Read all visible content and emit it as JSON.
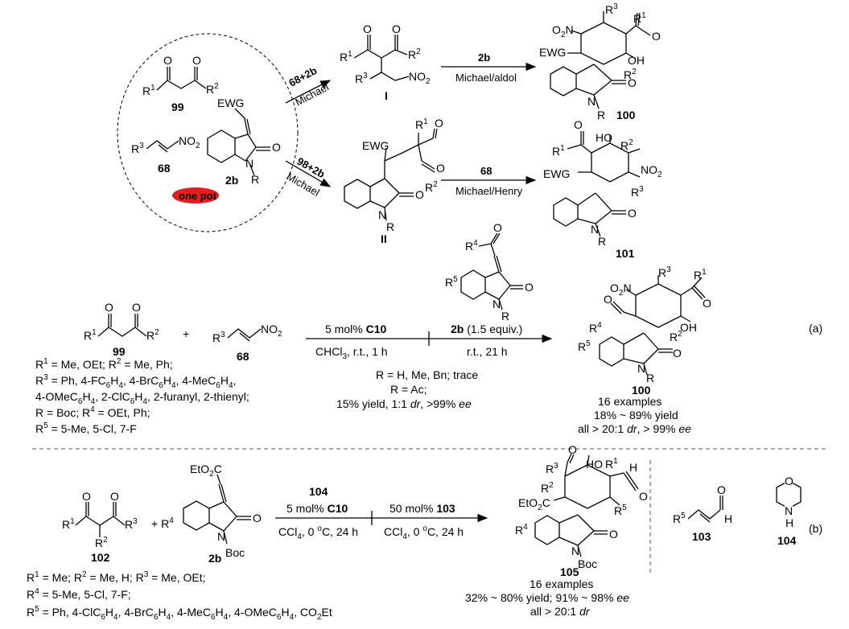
{
  "scheme": {
    "top": {
      "one_pot_label": "one pot",
      "compounds": {
        "c99": "99",
        "c68": "68",
        "c2b": "2b",
        "cI": "I",
        "cII": "II",
        "c100": "100",
        "c101": "101"
      },
      "arrow1_top": "68+2b",
      "arrow1_bottom": "Michael",
      "arrow2_top": "98+2b",
      "arrow2_bottom": "Michael",
      "arrow3_top": "2b",
      "arrow3_bottom": "Michael/aldol",
      "arrow4_top": "68",
      "arrow4_bottom": "Michael/Henry"
    },
    "a": {
      "label": "(a)",
      "reagent1": "5 mol% C10",
      "cond1": "CHCl3, r.t., 1 h",
      "reagent2": "2b (1.5 equiv.)",
      "cond2": "r.t., 21 h",
      "note1": "R = H, Me, Bn; trace",
      "note2": "R = Ac;",
      "note3": "15% yield, 1:1 dr, >99% ee",
      "product": "100",
      "examples": "16 examples",
      "yield": "18% ~ 89% yield",
      "selectivity": "all > 20:1 dr, > 99% ee",
      "plus": "+",
      "subs": [
        "R1 = Me, OEt;   R2 = Me, Ph;",
        "R3 = Ph, 4-FC6H4, 4-BrC6H4, 4-MeC6H4,",
        "4-OMeC6H4, 2-ClC6H4, 2-furanyl, 2-thienyl;",
        "R = Boc;    R4 = OEt, Ph;",
        "R5 = 5-Me, 5-Cl, 7-F"
      ]
    },
    "b": {
      "label": "(b)",
      "reagent1_top": "104",
      "reagent1": "5 mol% C10",
      "cond1": "CCl4, 0 °C, 24 h",
      "reagent2": "50 mol% 103",
      "cond2": "CCl4, 0 °C, 24 h",
      "product": "105",
      "examples": "16 examples",
      "yield": "32% ~ 80% yield; 91% ~ 98% ee",
      "selectivity": "all > 20:1 dr",
      "c102": "102",
      "c2b": "2b",
      "c103": "103",
      "c104": "104",
      "subs": [
        "R1 = Me;    R2 = Me, H;    R3 = Me, OEt;",
        "R4 = 5-Me, 5-Cl, 7-F;",
        "R5 = Ph, 4-ClC6H4, 4-BrC6H4, 4-MeC6H4, 4-OMeC6H4, CO2Et"
      ]
    }
  }
}
